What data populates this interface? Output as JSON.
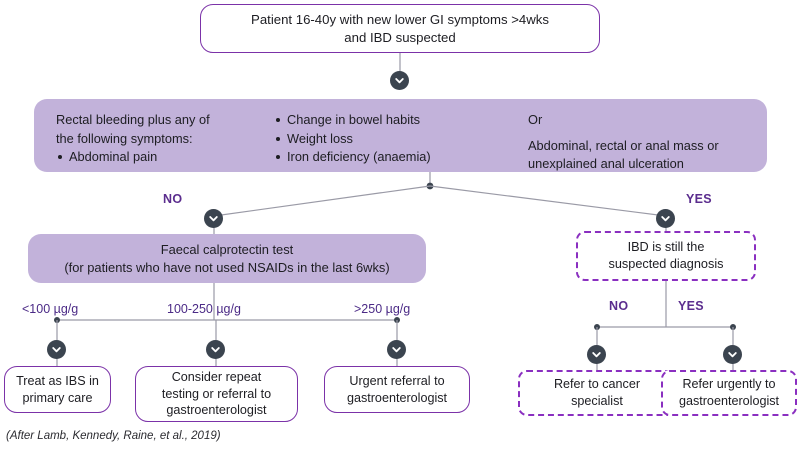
{
  "diagram": {
    "title_box": {
      "text": "Patient 16-40y with new lower GI symptoms >4wks\nand IBD suspected"
    },
    "symptom_panel": {
      "lead": "Rectal bleeding plus any of\nthe following symptoms:",
      "lead_bullets": [
        "Abdominal pain"
      ],
      "mid_bullets": [
        "Change in bowel habits",
        "Weight loss",
        "Iron deficiency (anaemia)"
      ],
      "or_label": "Or",
      "or_text": "Abdominal, rectal or anal mass or\nunexplained anal ulceration"
    },
    "branch_labels": {
      "no_left": "NO",
      "yes_right": "YES",
      "no_lower": "NO",
      "yes_lower": "YES"
    },
    "test_box": {
      "text": "Faecal calprotectin test\n(for patients who have not used NSAIDs in the last 6wks)"
    },
    "thresholds": [
      "<100 µg/g",
      "100-250 µg/g",
      ">250 µg/g"
    ],
    "outcomes_left": [
      "Treat as IBS in\nprimary care",
      "Consider repeat\ntesting or referral to\ngastroenterologist",
      "Urgent referral to\ngastroenterologist"
    ],
    "ibd_box": {
      "text": "IBD is still the\nsuspected diagnosis"
    },
    "outcomes_right": [
      "Refer to cancer\nspecialist",
      "Refer urgently to\ngastroenterologist"
    ],
    "credit": "(After Lamb, Kennedy, Raine, et al., 2019)",
    "colors": {
      "panel_fill": "#c2b2da",
      "outline_stroke": "#7b32a8",
      "dashed_stroke": "#8a2fc0",
      "label_purple": "#5b2d8e",
      "connector_dark": "#3b444f",
      "wire_grey": "#9a9aa6",
      "text_dark": "#1d1d22"
    }
  }
}
